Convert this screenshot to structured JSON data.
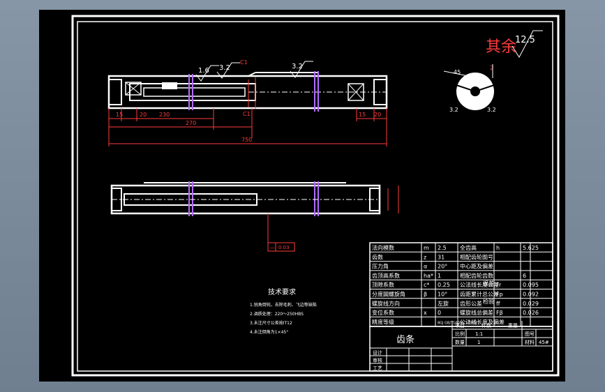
{
  "roughness": {
    "label": "其余",
    "value": "12.5"
  },
  "shaft_view": {
    "dims_bottom": [
      "15",
      "20",
      "230",
      "270",
      "750"
    ],
    "dims_right": [
      "15",
      "20"
    ],
    "surface_marks": [
      "1.6",
      "3.2",
      "3.2"
    ],
    "small_marks": [
      "C1",
      "C1"
    ]
  },
  "end_view": {
    "angle": "45",
    "marks": [
      "3.2",
      "3.2"
    ],
    "dim": "2"
  },
  "bottom_view": {
    "tolerance": "0.03",
    "datum": "—"
  },
  "tech_req": {
    "title": "技术要求",
    "lines": [
      "1.锐角倒钝，去除毛刺、飞边等缺陷",
      "2.调质处理：220～250HBS",
      "3.未注尺寸公差按IT12",
      "4.未注倒角为1×45°"
    ]
  },
  "params": {
    "rows": [
      [
        "法向模数",
        "m",
        "2.5",
        "全齿高",
        "h",
        "5.625"
      ],
      [
        "齿数",
        "z",
        "31",
        "相配齿轮图号",
        "",
        ""
      ],
      [
        "压力角",
        "α",
        "20°",
        "中心距及偏差",
        "",
        ""
      ],
      [
        "齿顶高系数",
        "ha*",
        "1",
        "相配齿轮齿数",
        "",
        "6"
      ],
      [
        "顶隙系数",
        "c*",
        "0.25",
        "公法线长度公差",
        "Fr",
        "0.095"
      ],
      [
        "分度圆螺旋角",
        "β",
        "10°",
        "齿距累计总公差",
        "Fp",
        "0.092"
      ],
      [
        "螺旋线方向",
        "",
        "左旋",
        "齿形公差",
        "ff",
        "0.029"
      ],
      [
        "变位系数",
        "x",
        "0",
        "螺旋线总偏差",
        "Fβ",
        "0.026"
      ],
      [
        "精度等级",
        "",
        "8GJ GB/T10095.1-2001",
        "公法线长度及偏差",
        "",
        ""
      ]
    ],
    "side_labels": [
      "误差",
      "检验"
    ]
  },
  "title_block": {
    "name": "齿条",
    "hdr": [
      "项目",
      "件数",
      "重量",
      "比例",
      "1:1",
      "图号",
      "数量",
      "1",
      "材料",
      "45#"
    ],
    "rows": [
      "设计",
      "审核",
      "工艺"
    ]
  }
}
